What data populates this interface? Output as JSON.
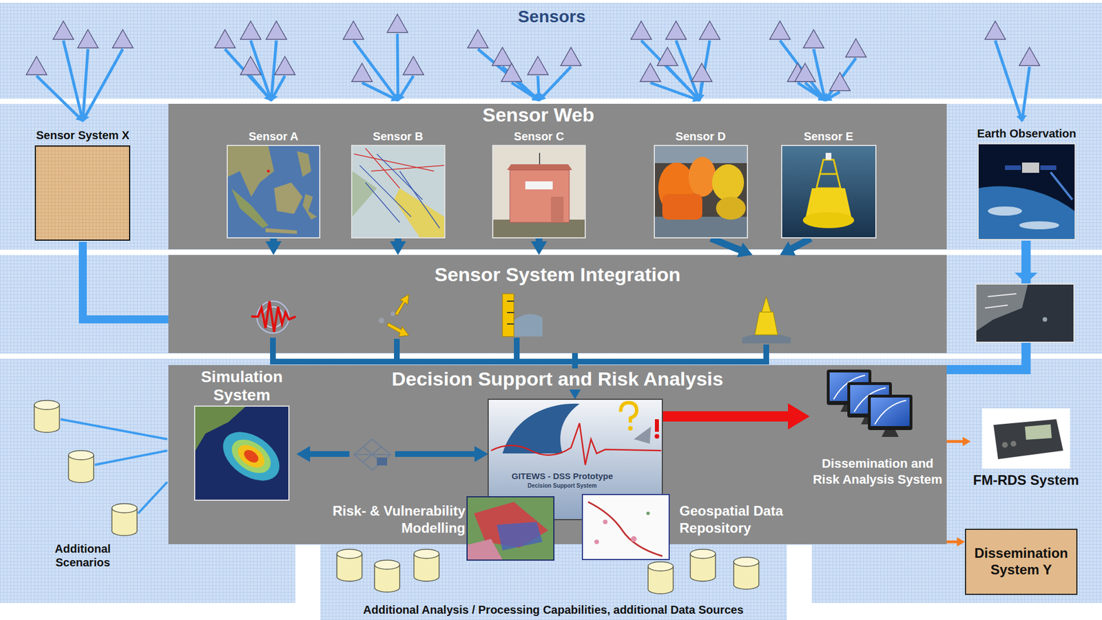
{
  "diagram": {
    "title": "Sensors",
    "nodes": [
      {
        "text": [
          "Sensor Web"
        ]
      },
      {
        "text": [
          "Sensor A"
        ],
        "in": 0
      },
      {
        "text": [
          "Sensor B"
        ],
        "in": 0
      },
      {
        "text": [
          "Sensor C"
        ],
        "in": 0
      },
      {
        "text": [
          "Sensor D"
        ],
        "in": 0
      },
      {
        "text": [
          "Sensor E"
        ],
        "in": 0
      },
      {
        "text": [
          "Sensor System X"
        ]
      },
      {
        "text": [
          "Earth Observation"
        ]
      },
      {
        "text": [
          "Sensor System Integration"
        ]
      },
      {
        "text": [
          "Decision Support and Risk Analysis"
        ]
      },
      {
        "text": [
          "Simulation System"
        ],
        "in": 9
      },
      {
        "text": [
          "GITEWS - DSS Prototype",
          "Decision Support System"
        ],
        "in": 9
      },
      {
        "text": [
          "Dissemination and Risk Analysis System"
        ],
        "in": 9
      },
      {
        "text": [
          "Risk- & Vulnerability Modelling"
        ],
        "in": 9
      },
      {
        "text": [
          "Geospatial Data Repository"
        ],
        "in": 9
      },
      {
        "text": [
          "FM-RDS System"
        ]
      },
      {
        "text": [
          "Dissemination System Y"
        ]
      }
    ],
    "edges": [
      {
        "from": 1,
        "to": 8,
        "arrow": "to"
      },
      {
        "from": 2,
        "to": 8,
        "arrow": "to"
      },
      {
        "from": 3,
        "to": 8,
        "arrow": "to"
      },
      {
        "from": 4,
        "to": 8,
        "arrow": "to"
      },
      {
        "from": 5,
        "to": 8,
        "arrow": "to"
      },
      {
        "from": 6,
        "to": 8,
        "arrow": "none"
      },
      {
        "from": 7,
        "to": 9,
        "arrow": "none"
      },
      {
        "from": 8,
        "to": 11,
        "arrow": "to"
      },
      {
        "from": 10,
        "to": 11,
        "arrow": "both"
      },
      {
        "from": 11,
        "to": 12,
        "arrow": "to"
      },
      {
        "from": 9,
        "to": 15,
        "arrow": "to"
      },
      {
        "from": 9,
        "to": 16,
        "arrow": "to"
      }
    ],
    "labels": [
      "Additional Scenarios",
      "Additional Analysis / Processing Capabilities, additional Data Sources"
    ]
  }
}
